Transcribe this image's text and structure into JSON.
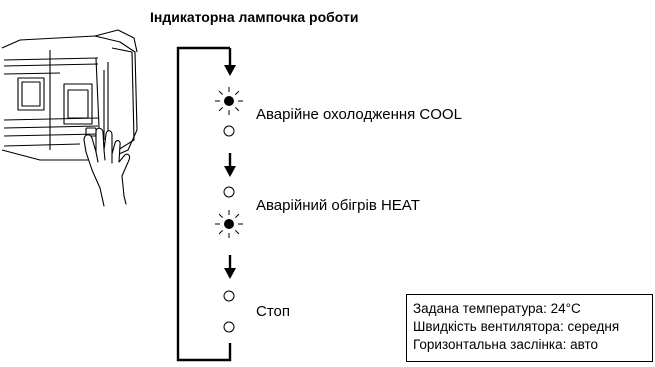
{
  "title": "Індикаторна лампочка роботи",
  "modes": [
    {
      "label": "Аварійне охолодження COOL",
      "lamp_state": "blinking"
    },
    {
      "label": "Аварійний обігрів HEAT",
      "lamp_state": "blinking"
    },
    {
      "label": "Стоп",
      "lamp_state": "off"
    }
  ],
  "note": {
    "lines": [
      "Задана температура: 24°C",
      "Швидкість вентилятора: середня",
      "Горизонтальна заслінка: авто"
    ]
  },
  "colors": {
    "line": "#000000",
    "background": "#ffffff"
  }
}
